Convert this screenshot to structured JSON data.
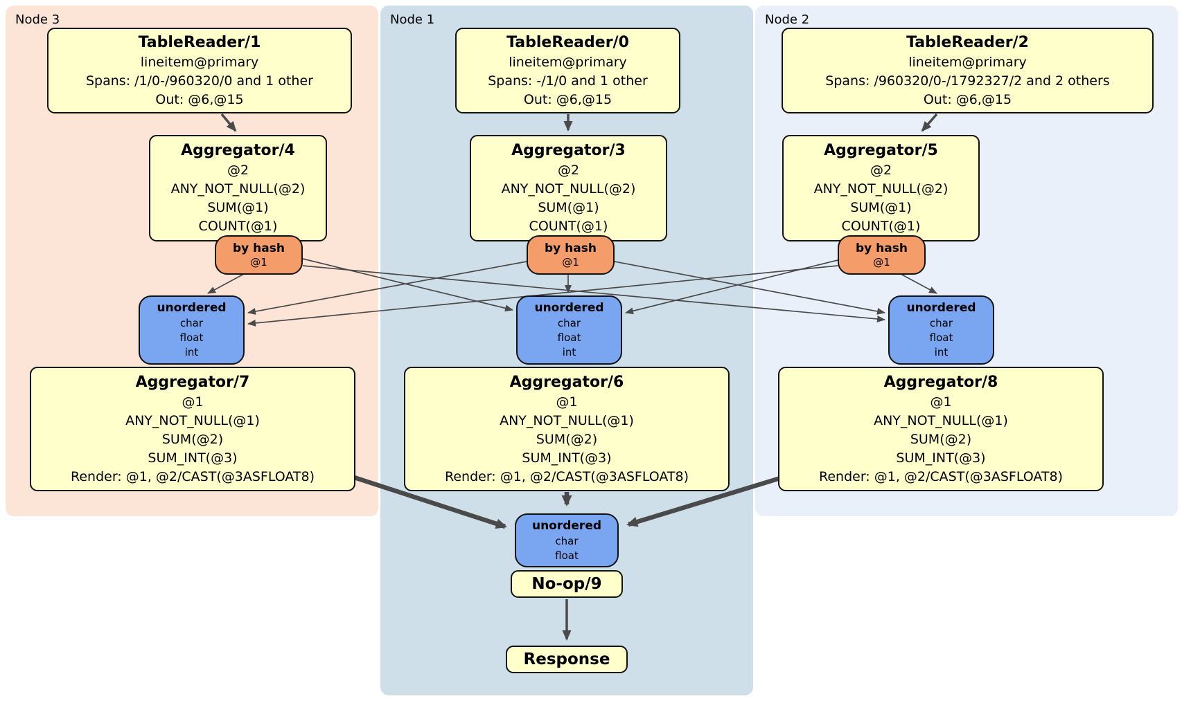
{
  "colors": {
    "node3_bg": "#fce4d7",
    "node1_bg": "#cfdfe9",
    "node2_bg": "#eaf0fa",
    "processor_fill": "#ffffcc",
    "router_fill": "#f59d6a",
    "stream_fill": "#79a5f1",
    "edge_color": "#4a4a4a"
  },
  "nodes": {
    "node3": {
      "label": "Node 3",
      "table_reader": {
        "title": "TableReader/1",
        "lines": [
          "lineitem@primary",
          "Spans: /1/0-/960320/0 and 1 other",
          "Out: @6,@15"
        ]
      },
      "aggregator_top": {
        "title": "Aggregator/4",
        "lines": [
          "@2",
          "ANY_NOT_NULL(@2)",
          "SUM(@1)",
          "COUNT(@1)"
        ]
      },
      "router": {
        "title": "by hash",
        "lines": [
          "@1"
        ]
      },
      "stream": {
        "title": "unordered",
        "lines": [
          "char",
          "float",
          "int"
        ]
      },
      "aggregator_bottom": {
        "title": "Aggregator/7",
        "lines": [
          "@1",
          "ANY_NOT_NULL(@1)",
          "SUM(@2)",
          "SUM_INT(@3)",
          "Render: @1, @2/CAST(@3ASFLOAT8)"
        ]
      }
    },
    "node1": {
      "label": "Node 1",
      "table_reader": {
        "title": "TableReader/0",
        "lines": [
          "lineitem@primary",
          "Spans: -/1/0 and 1 other",
          "Out: @6,@15"
        ]
      },
      "aggregator_top": {
        "title": "Aggregator/3",
        "lines": [
          "@2",
          "ANY_NOT_NULL(@2)",
          "SUM(@1)",
          "COUNT(@1)"
        ]
      },
      "router": {
        "title": "by hash",
        "lines": [
          "@1"
        ]
      },
      "stream": {
        "title": "unordered",
        "lines": [
          "char",
          "float",
          "int"
        ]
      },
      "aggregator_bottom": {
        "title": "Aggregator/6",
        "lines": [
          "@1",
          "ANY_NOT_NULL(@1)",
          "SUM(@2)",
          "SUM_INT(@3)",
          "Render: @1, @2/CAST(@3ASFLOAT8)"
        ]
      },
      "final_stream": {
        "title": "unordered",
        "lines": [
          "char",
          "float"
        ]
      },
      "noop": {
        "title": "No-op/9"
      },
      "response": {
        "title": "Response"
      }
    },
    "node2": {
      "label": "Node 2",
      "table_reader": {
        "title": "TableReader/2",
        "lines": [
          "lineitem@primary",
          "Spans: /960320/0-/1792327/2 and 2 others",
          "Out: @6,@15"
        ]
      },
      "aggregator_top": {
        "title": "Aggregator/5",
        "lines": [
          "@2",
          "ANY_NOT_NULL(@2)",
          "SUM(@1)",
          "COUNT(@1)"
        ]
      },
      "router": {
        "title": "by hash",
        "lines": [
          "@1"
        ]
      },
      "stream": {
        "title": "unordered",
        "lines": [
          "char",
          "float",
          "int"
        ]
      },
      "aggregator_bottom": {
        "title": "Aggregator/8",
        "lines": [
          "@1",
          "ANY_NOT_NULL(@1)",
          "SUM(@2)",
          "SUM_INT(@3)",
          "Render: @1, @2/CAST(@3ASFLOAT8)"
        ]
      }
    }
  },
  "edges": [
    {
      "from": "TableReader/1",
      "to": "Aggregator/4"
    },
    {
      "from": "TableReader/0",
      "to": "Aggregator/3"
    },
    {
      "from": "TableReader/2",
      "to": "Aggregator/5"
    },
    {
      "from": "by hash (Node 3)",
      "to": "unordered (Node 3)"
    },
    {
      "from": "by hash (Node 3)",
      "to": "unordered (Node 1)"
    },
    {
      "from": "by hash (Node 3)",
      "to": "unordered (Node 2)"
    },
    {
      "from": "by hash (Node 1)",
      "to": "unordered (Node 3)"
    },
    {
      "from": "by hash (Node 1)",
      "to": "unordered (Node 1)"
    },
    {
      "from": "by hash (Node 1)",
      "to": "unordered (Node 2)"
    },
    {
      "from": "by hash (Node 2)",
      "to": "unordered (Node 3)"
    },
    {
      "from": "by hash (Node 2)",
      "to": "unordered (Node 1)"
    },
    {
      "from": "by hash (Node 2)",
      "to": "unordered (Node 2)"
    },
    {
      "from": "Aggregator/7",
      "to": "unordered final (Node 1)"
    },
    {
      "from": "Aggregator/6",
      "to": "unordered final (Node 1)"
    },
    {
      "from": "Aggregator/8",
      "to": "unordered final (Node 1)"
    },
    {
      "from": "No-op/9",
      "to": "Response"
    }
  ]
}
